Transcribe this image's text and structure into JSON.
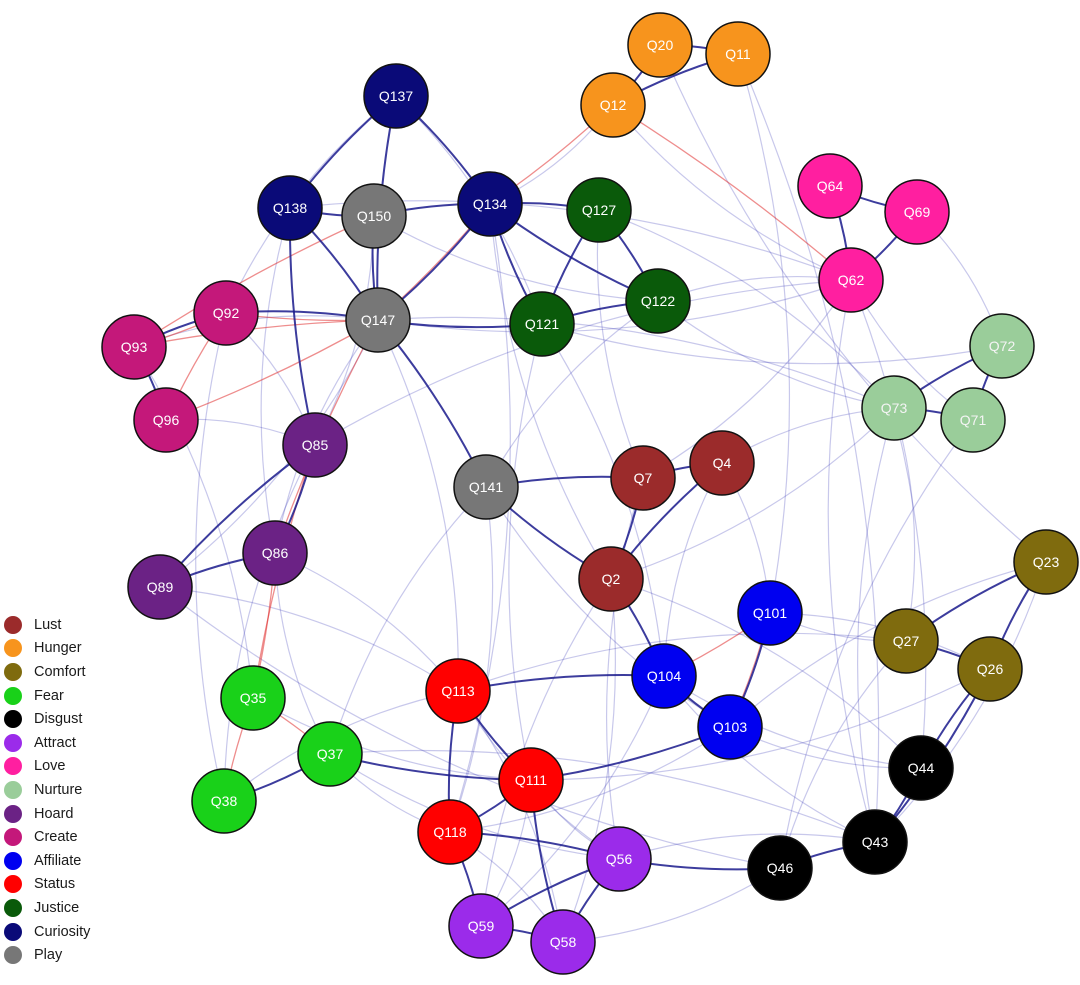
{
  "legend": [
    {
      "label": "Lust",
      "color": "#9b2b2b"
    },
    {
      "label": "Hunger",
      "color": "#f7941d"
    },
    {
      "label": "Comfort",
      "color": "#7f6b0e"
    },
    {
      "label": "Fear",
      "color": "#19d119"
    },
    {
      "label": "Disgust",
      "color": "#000000"
    },
    {
      "label": "Attract",
      "color": "#9b2bea"
    },
    {
      "label": "Love",
      "color": "#ff1fa0"
    },
    {
      "label": "Nurture",
      "color": "#9acd9a"
    },
    {
      "label": "Hoard",
      "color": "#6b2285"
    },
    {
      "label": "Create",
      "color": "#c4187a"
    },
    {
      "label": "Affiliate",
      "color": "#0000f0"
    },
    {
      "label": "Status",
      "color": "#ff0000"
    },
    {
      "label": "Justice",
      "color": "#0a5a0a"
    },
    {
      "label": "Curiosity",
      "color": "#0a0a78"
    },
    {
      "label": "Play",
      "color": "#777777"
    }
  ],
  "nodes": [
    {
      "id": "Q20",
      "group": "Hunger"
    },
    {
      "id": "Q11",
      "group": "Hunger"
    },
    {
      "id": "Q12",
      "group": "Hunger"
    },
    {
      "id": "Q137",
      "group": "Curiosity"
    },
    {
      "id": "Q138",
      "group": "Curiosity"
    },
    {
      "id": "Q134",
      "group": "Curiosity"
    },
    {
      "id": "Q150",
      "group": "Play"
    },
    {
      "id": "Q147",
      "group": "Play"
    },
    {
      "id": "Q141",
      "group": "Play"
    },
    {
      "id": "Q127",
      "group": "Justice"
    },
    {
      "id": "Q122",
      "group": "Justice"
    },
    {
      "id": "Q121",
      "group": "Justice"
    },
    {
      "id": "Q64",
      "group": "Love"
    },
    {
      "id": "Q69",
      "group": "Love"
    },
    {
      "id": "Q62",
      "group": "Love"
    },
    {
      "id": "Q72",
      "group": "Nurture"
    },
    {
      "id": "Q73",
      "group": "Nurture"
    },
    {
      "id": "Q71",
      "group": "Nurture"
    },
    {
      "id": "Q92",
      "group": "Create"
    },
    {
      "id": "Q93",
      "group": "Create"
    },
    {
      "id": "Q96",
      "group": "Create"
    },
    {
      "id": "Q85",
      "group": "Hoard"
    },
    {
      "id": "Q86",
      "group": "Hoard"
    },
    {
      "id": "Q89",
      "group": "Hoard"
    },
    {
      "id": "Q7",
      "group": "Lust"
    },
    {
      "id": "Q4",
      "group": "Lust"
    },
    {
      "id": "Q2",
      "group": "Lust"
    },
    {
      "id": "Q23",
      "group": "Comfort"
    },
    {
      "id": "Q27",
      "group": "Comfort"
    },
    {
      "id": "Q26",
      "group": "Comfort"
    },
    {
      "id": "Q101",
      "group": "Affiliate"
    },
    {
      "id": "Q104",
      "group": "Affiliate"
    },
    {
      "id": "Q103",
      "group": "Affiliate"
    },
    {
      "id": "Q113",
      "group": "Status"
    },
    {
      "id": "Q111",
      "group": "Status"
    },
    {
      "id": "Q118",
      "group": "Status"
    },
    {
      "id": "Q35",
      "group": "Fear"
    },
    {
      "id": "Q37",
      "group": "Fear"
    },
    {
      "id": "Q38",
      "group": "Fear"
    },
    {
      "id": "Q44",
      "group": "Disgust"
    },
    {
      "id": "Q43",
      "group": "Disgust"
    },
    {
      "id": "Q46",
      "group": "Disgust"
    },
    {
      "id": "Q56",
      "group": "Attract"
    },
    {
      "id": "Q59",
      "group": "Attract"
    },
    {
      "id": "Q58",
      "group": "Attract"
    }
  ],
  "edges_strong": [
    [
      "Q20",
      "Q11"
    ],
    [
      "Q12",
      "Q20"
    ],
    [
      "Q12",
      "Q11"
    ],
    [
      "Q137",
      "Q138"
    ],
    [
      "Q137",
      "Q134"
    ],
    [
      "Q137",
      "Q147"
    ],
    [
      "Q138",
      "Q147"
    ],
    [
      "Q138",
      "Q150"
    ],
    [
      "Q150",
      "Q134"
    ],
    [
      "Q150",
      "Q147"
    ],
    [
      "Q134",
      "Q127"
    ],
    [
      "Q134",
      "Q122"
    ],
    [
      "Q134",
      "Q147"
    ],
    [
      "Q134",
      "Q121"
    ],
    [
      "Q127",
      "Q122"
    ],
    [
      "Q127",
      "Q121"
    ],
    [
      "Q121",
      "Q122"
    ],
    [
      "Q147",
      "Q92"
    ],
    [
      "Q147",
      "Q141"
    ],
    [
      "Q147",
      "Q121"
    ],
    [
      "Q64",
      "Q62"
    ],
    [
      "Q64",
      "Q69"
    ],
    [
      "Q69",
      "Q62"
    ],
    [
      "Q72",
      "Q73"
    ],
    [
      "Q73",
      "Q71"
    ],
    [
      "Q72",
      "Q71"
    ],
    [
      "Q93",
      "Q96"
    ],
    [
      "Q92",
      "Q93"
    ],
    [
      "Q85",
      "Q86"
    ],
    [
      "Q86",
      "Q89"
    ],
    [
      "Q89",
      "Q85"
    ],
    [
      "Q138",
      "Q85"
    ],
    [
      "Q7",
      "Q2"
    ],
    [
      "Q4",
      "Q2"
    ],
    [
      "Q7",
      "Q4"
    ],
    [
      "Q141",
      "Q2"
    ],
    [
      "Q141",
      "Q7"
    ],
    [
      "Q23",
      "Q27"
    ],
    [
      "Q27",
      "Q26"
    ],
    [
      "Q23",
      "Q26"
    ],
    [
      "Q101",
      "Q103"
    ],
    [
      "Q104",
      "Q103"
    ],
    [
      "Q2",
      "Q104"
    ],
    [
      "Q113",
      "Q111"
    ],
    [
      "Q111",
      "Q118"
    ],
    [
      "Q113",
      "Q118"
    ],
    [
      "Q113",
      "Q104"
    ],
    [
      "Q111",
      "Q103"
    ],
    [
      "Q37",
      "Q38"
    ],
    [
      "Q37",
      "Q111"
    ],
    [
      "Q44",
      "Q43"
    ],
    [
      "Q43",
      "Q46"
    ],
    [
      "Q46",
      "Q56"
    ],
    [
      "Q26",
      "Q44"
    ],
    [
      "Q26",
      "Q43"
    ],
    [
      "Q56",
      "Q59"
    ],
    [
      "Q59",
      "Q58"
    ],
    [
      "Q56",
      "Q58"
    ],
    [
      "Q118",
      "Q59"
    ],
    [
      "Q111",
      "Q58"
    ],
    [
      "Q118",
      "Q56"
    ]
  ],
  "edges_weak": [
    [
      "Q12",
      "Q134"
    ],
    [
      "Q12",
      "Q62"
    ],
    [
      "Q11",
      "Q43"
    ],
    [
      "Q20",
      "Q23"
    ],
    [
      "Q11",
      "Q101"
    ],
    [
      "Q137",
      "Q92"
    ],
    [
      "Q137",
      "Q121"
    ],
    [
      "Q150",
      "Q122"
    ],
    [
      "Q150",
      "Q85"
    ],
    [
      "Q138",
      "Q86"
    ],
    [
      "Q138",
      "Q62"
    ],
    [
      "Q147",
      "Q62"
    ],
    [
      "Q147",
      "Q73"
    ],
    [
      "Q147",
      "Q93"
    ],
    [
      "Q147",
      "Q89"
    ],
    [
      "Q147",
      "Q86"
    ],
    [
      "Q147",
      "Q113"
    ],
    [
      "Q134",
      "Q2"
    ],
    [
      "Q134",
      "Q118"
    ],
    [
      "Q127",
      "Q7"
    ],
    [
      "Q127",
      "Q73"
    ],
    [
      "Q122",
      "Q73"
    ],
    [
      "Q122",
      "Q62"
    ],
    [
      "Q121",
      "Q111"
    ],
    [
      "Q121",
      "Q104"
    ],
    [
      "Q121",
      "Q72"
    ],
    [
      "Q62",
      "Q7"
    ],
    [
      "Q62",
      "Q71"
    ],
    [
      "Q69",
      "Q72"
    ],
    [
      "Q62",
      "Q43"
    ],
    [
      "Q62",
      "Q44"
    ],
    [
      "Q73",
      "Q43"
    ],
    [
      "Q73",
      "Q27"
    ],
    [
      "Q71",
      "Q46"
    ],
    [
      "Q73",
      "Q2"
    ],
    [
      "Q85",
      "Q96"
    ],
    [
      "Q85",
      "Q62"
    ],
    [
      "Q85",
      "Q38"
    ],
    [
      "Q89",
      "Q113"
    ],
    [
      "Q89",
      "Q46"
    ],
    [
      "Q86",
      "Q113"
    ],
    [
      "Q86",
      "Q37"
    ],
    [
      "Q92",
      "Q85"
    ],
    [
      "Q92",
      "Q38"
    ],
    [
      "Q93",
      "Q35"
    ],
    [
      "Q141",
      "Q37"
    ],
    [
      "Q141",
      "Q118"
    ],
    [
      "Q141",
      "Q103"
    ],
    [
      "Q141",
      "Q122"
    ],
    [
      "Q7",
      "Q56"
    ],
    [
      "Q2",
      "Q58"
    ],
    [
      "Q2",
      "Q59"
    ],
    [
      "Q4",
      "Q73"
    ],
    [
      "Q4",
      "Q104"
    ],
    [
      "Q4",
      "Q101"
    ],
    [
      "Q101",
      "Q27"
    ],
    [
      "Q101",
      "Q26"
    ],
    [
      "Q103",
      "Q44"
    ],
    [
      "Q104",
      "Q59"
    ],
    [
      "Q104",
      "Q43"
    ],
    [
      "Q103",
      "Q118"
    ],
    [
      "Q27",
      "Q46"
    ],
    [
      "Q23",
      "Q43"
    ],
    [
      "Q23",
      "Q103"
    ],
    [
      "Q113",
      "Q58"
    ],
    [
      "Q113",
      "Q56"
    ],
    [
      "Q118",
      "Q58"
    ],
    [
      "Q111",
      "Q56"
    ],
    [
      "Q111",
      "Q59"
    ],
    [
      "Q37",
      "Q56"
    ],
    [
      "Q37",
      "Q43"
    ],
    [
      "Q37",
      "Q118"
    ],
    [
      "Q38",
      "Q113"
    ],
    [
      "Q35",
      "Q111"
    ],
    [
      "Q46",
      "Q58"
    ],
    [
      "Q43",
      "Q56"
    ],
    [
      "Q44",
      "Q104"
    ],
    [
      "Q44",
      "Q2"
    ],
    [
      "Q26",
      "Q111"
    ],
    [
      "Q27",
      "Q113"
    ]
  ],
  "edges_negative": [
    [
      "Q12",
      "Q134"
    ],
    [
      "Q92",
      "Q147"
    ],
    [
      "Q93",
      "Q147"
    ],
    [
      "Q96",
      "Q147"
    ],
    [
      "Q92",
      "Q93"
    ],
    [
      "Q92",
      "Q96"
    ],
    [
      "Q86",
      "Q147"
    ],
    [
      "Q35",
      "Q86"
    ],
    [
      "Q35",
      "Q85"
    ],
    [
      "Q35",
      "Q38"
    ],
    [
      "Q35",
      "Q37"
    ],
    [
      "Q104",
      "Q101"
    ],
    [
      "Q101",
      "Q103"
    ],
    [
      "Q147",
      "Q134"
    ],
    [
      "Q12",
      "Q62"
    ],
    [
      "Q150",
      "Q93"
    ]
  ]
}
